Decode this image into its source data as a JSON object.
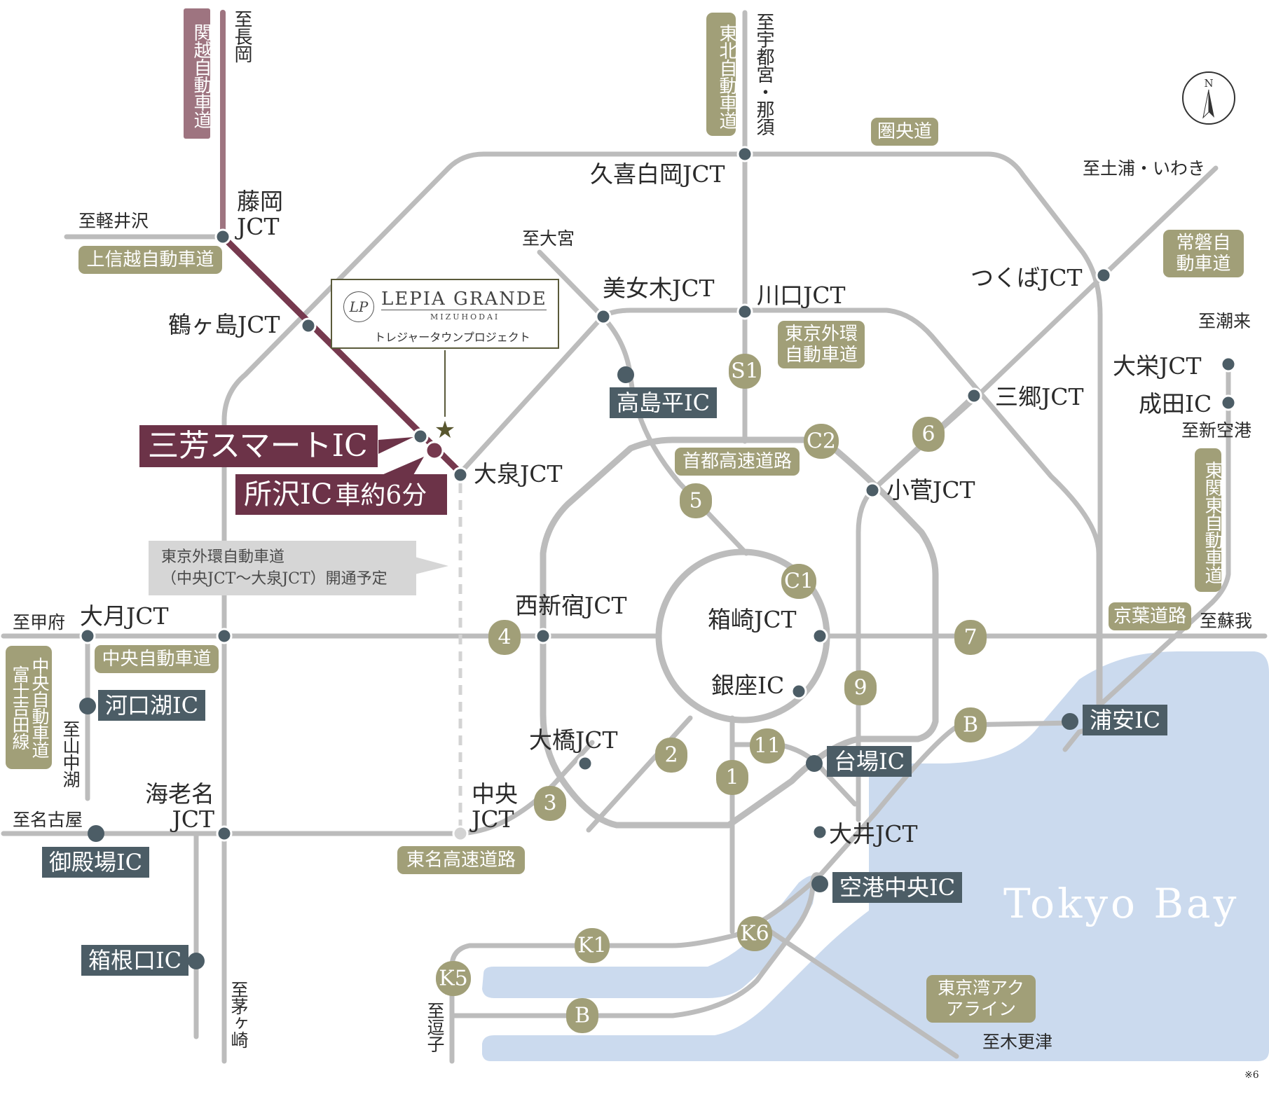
{
  "colors": {
    "sea": "#cbdaee",
    "road": "#bcbcbc",
    "olive": "#a19f78",
    "slate": "#4c5d66",
    "plum": "#6c3348",
    "kan_etsu": "#9e7480"
  },
  "project": {
    "brand": "LEPIA GRANDE",
    "sub": "MIZUHODAI",
    "project_name": "トレジャータウンプロジェクト",
    "monogram": "LP"
  },
  "compass": {
    "north": "N"
  },
  "sea": {
    "label": "Tokyo Bay"
  },
  "highlight": {
    "miyoshi": "三芳スマートIC",
    "tokorozawa_main": "所沢IC",
    "tokorozawa_time": "車約6分"
  },
  "plan_note": {
    "line1": "東京外環自動車道",
    "line2": "（中央JCT〜大泉JCT）開通予定"
  },
  "expressways": {
    "kanetsu": "関越自動車道",
    "tohoku": "東北自動車道",
    "kenodo": "圏央道",
    "joban": "常磐自動車道",
    "gaikan": "東京外環自動車道",
    "joshinetsu": "上信越自動車道",
    "shutoko": "首都高速道路",
    "chuo": "中央自動車道",
    "fujiyoshida": "中央自動車道富士吉田線",
    "tomei": "東名高速道路",
    "higashikanto": "東関東自動車道",
    "keiyo": "京葉道路",
    "aqualine": "東京湾アクアライン"
  },
  "destinations": {
    "nagaoka": "至長岡",
    "utsunomiya": "至宇都宮・那須",
    "karuizawa": "至軽井沢",
    "omiya": "至大宮",
    "tsuchiura": "至土浦・いわき",
    "itako": "至潮来",
    "shinkuko": "至新空港",
    "kofu": "至甲府",
    "soga": "至蘇我",
    "yamanakako": "至山中湖",
    "nagoya": "至名古屋",
    "chigasaki": "至茅ヶ崎",
    "zushi": "至逗子",
    "kisarazu": "至木更津"
  },
  "junctions": {
    "fujioka": "藤岡JCT",
    "tsurugashima": "鶴ヶ島JCT",
    "kuki": "久喜白岡JCT",
    "bijogi": "美女木JCT",
    "kawaguchi": "川口JCT",
    "tsukuba": "つくばJCT",
    "ohizumi": "大泉JCT",
    "misato": "三郷JCT",
    "kosuge": "小菅JCT",
    "nishishinjuku": "西新宿JCT",
    "hakozaki": "箱崎JCT",
    "otsuki": "大月JCT",
    "ohashi": "大橋JCT",
    "chuo": "中央JCT",
    "ebina": "海老名JCT",
    "oi": "大井JCT",
    "eiei": "大栄JCT",
    "ginza": "銀座IC"
  },
  "ics": {
    "takashimadaira": "高島平IC",
    "narita": "成田IC",
    "kawaguchiko": "河口湖IC",
    "urayasu": "浦安IC",
    "daiba": "台場IC",
    "gotemba": "御殿場IC",
    "kuko": "空港中央IC",
    "hakone": "箱根口IC"
  },
  "routes": {
    "s1": "S1",
    "c2": "C2",
    "c1": "C1",
    "r5": "5",
    "r6": "6",
    "r4": "4",
    "r7": "7",
    "r9": "9",
    "b1": "B",
    "r2": "2",
    "r11": "11",
    "r3": "3",
    "r1": "1",
    "k1": "K1",
    "k6": "K6",
    "k5": "K5",
    "b2": "B"
  },
  "footnote": "※6"
}
